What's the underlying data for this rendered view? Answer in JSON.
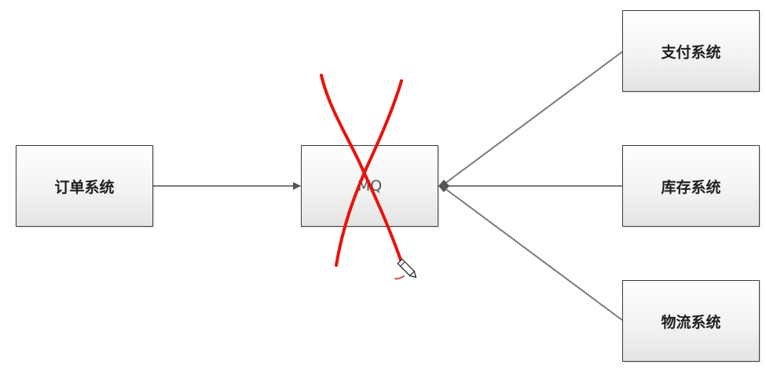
{
  "nodes": {
    "order": "订单系统",
    "mq": "MQ",
    "payment": "支付系统",
    "inventory": "库存系统",
    "logistics": "物流系统"
  },
  "colors": {
    "line": "#7a7a7a",
    "cross": "#e8120c",
    "border": "#3c3c3c"
  },
  "annotations": {
    "mq_crossed_out": true,
    "tool_icon": "pencil-icon"
  }
}
